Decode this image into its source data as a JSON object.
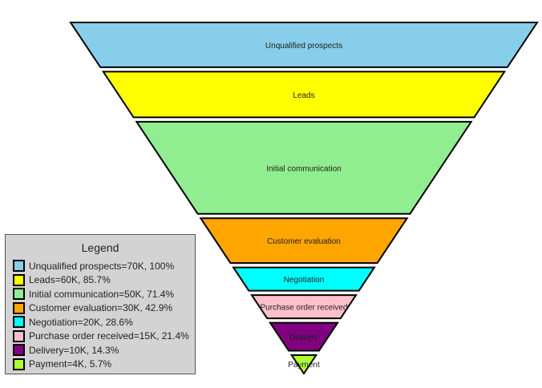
{
  "chart_data": {
    "type": "funnel",
    "title": "",
    "legend": {
      "title": "Legend",
      "position": "bottom-left"
    },
    "stages": [
      {
        "name": "Unqualified prospects",
        "value": 70000,
        "value_label": "70K",
        "percent": 100,
        "percent_label": "100%",
        "color": "#87ceeb"
      },
      {
        "name": "Leads",
        "value": 60000,
        "value_label": "60K",
        "percent": 85.7,
        "percent_label": "85.7%",
        "color": "#ffff00"
      },
      {
        "name": "Initial communication",
        "value": 50000,
        "value_label": "50K",
        "percent": 71.4,
        "percent_label": "71.4%",
        "color": "#90ee90"
      },
      {
        "name": "Customer evaluation",
        "value": 30000,
        "value_label": "30K",
        "percent": 42.9,
        "percent_label": "42.9%",
        "color": "#ffa500"
      },
      {
        "name": "Negotiation",
        "value": 20000,
        "value_label": "20K",
        "percent": 28.6,
        "percent_label": "28.6%",
        "color": "#00ffff"
      },
      {
        "name": "Purchase order received",
        "value": 15000,
        "value_label": "15K",
        "percent": 21.4,
        "percent_label": "21.4%",
        "color": "#ffc0cb"
      },
      {
        "name": "Delivery",
        "value": 10000,
        "value_label": "10K",
        "percent": 14.3,
        "percent_label": "14.3%",
        "color": "#800080"
      },
      {
        "name": "Payment",
        "value": 4000,
        "value_label": "4K",
        "percent": 5.7,
        "percent_label": "5.7%",
        "color": "#adff2f"
      }
    ]
  }
}
